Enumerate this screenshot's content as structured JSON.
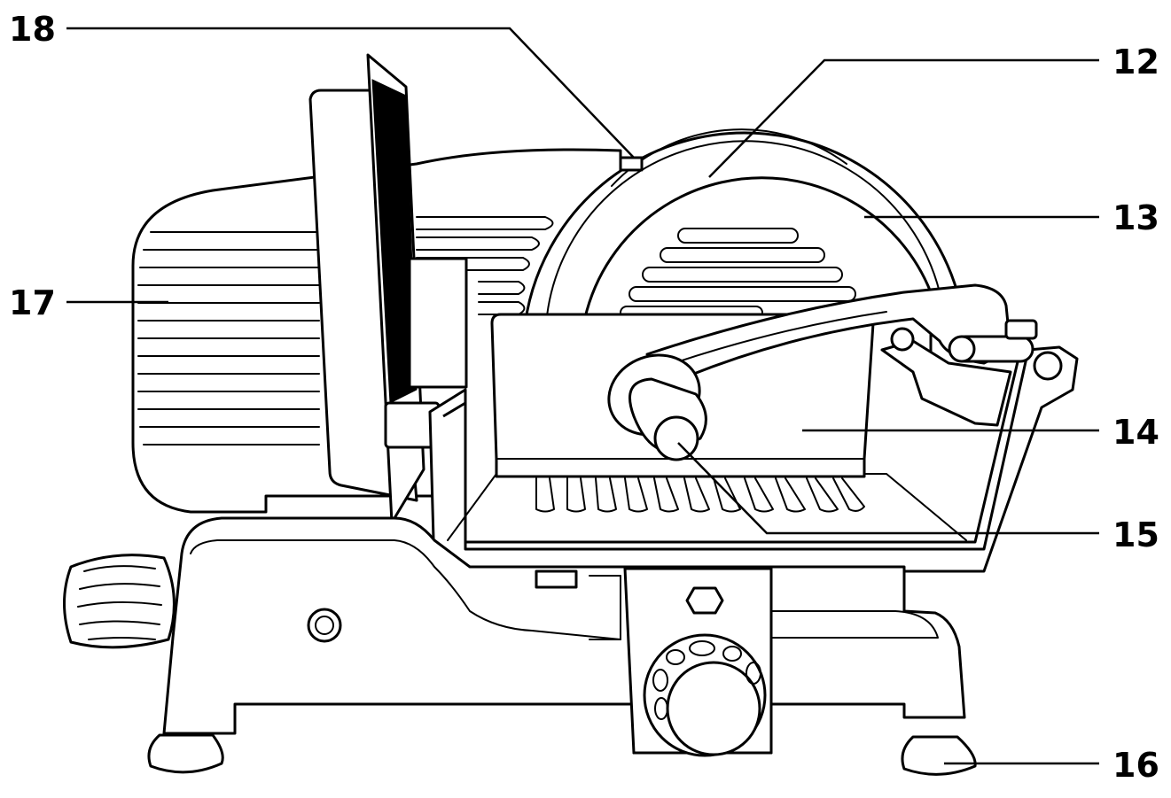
{
  "callouts": {
    "c18": "18",
    "c12": "12",
    "c13": "13",
    "c17": "17",
    "c14": "14",
    "c15": "15",
    "c16": "16"
  },
  "colors": {
    "line": "#000000",
    "background": "#ffffff"
  }
}
